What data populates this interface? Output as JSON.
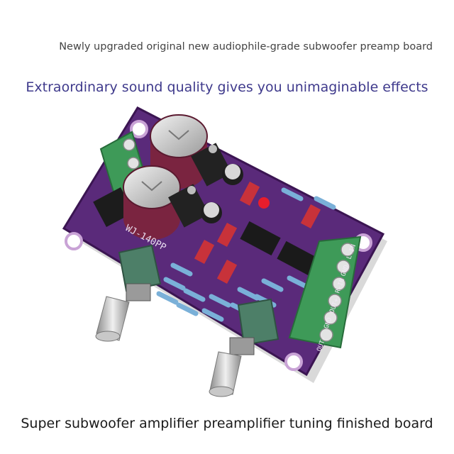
{
  "captions": {
    "top": "Newly upgraded original new audiophile-grade subwoofer preamp board",
    "headline": "Extraordinary sound quality gives you unimaginable effects",
    "bottom": "Super subwoofer amplifier preamplifier tuning finished board"
  },
  "board": {
    "silkscreen_model": "WJ-140PP",
    "terminal_labels": [
      "OUT-",
      "GND",
      "OUT+",
      "R-IN",
      "GND",
      "L-IN"
    ],
    "colors": {
      "pcb": "#5a2a7a",
      "pcb_edge": "#3b1552",
      "terminal": "#3e9a58",
      "capacitor": "#7a2440",
      "pot_body": "#4d7f68",
      "shaft": "#cfcfcf"
    }
  }
}
